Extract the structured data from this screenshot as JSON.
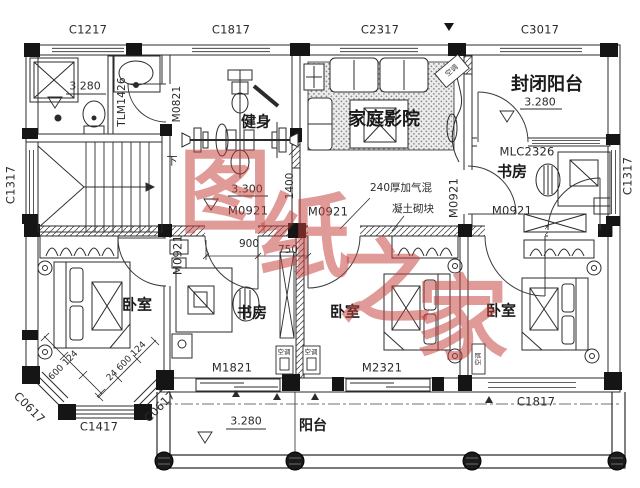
{
  "windows": {
    "top": [
      "C1217",
      "C1817",
      "C2317",
      "C3017"
    ],
    "left": "C1317",
    "right": "C1317",
    "bottom": "C1817",
    "bay_left": "C0617",
    "bay_front": "C1417",
    "bay_right": "C0617"
  },
  "doors": {
    "bath_slide": "TLM1426",
    "bath": "M0821",
    "hall_study": "M0921",
    "hall_bedroom": "M0921",
    "study_top": "M0921",
    "theater_side": "M0921",
    "bedroom_left": "M0921",
    "balcony_top": "MLC2326",
    "balcony_left": "M1821",
    "balcony_right": "M2321"
  },
  "rooms": {
    "fitness": "健身",
    "home_theater": "家庭影院",
    "enclosed_balcony": "封闭阳台",
    "study_top": "书房",
    "study_bottom": "书房",
    "bedroom_left": "卧室",
    "bedroom_middle": "卧室",
    "bedroom_right": "卧室",
    "balcony": "阳台"
  },
  "levels": {
    "bathroom": "3.280",
    "fitness": "3.300",
    "enclosed_balcony": "3.280",
    "balcony": "3.280"
  },
  "dimensions": {
    "hall_opening_left": "900",
    "hall_opening_right": "750",
    "hall_width": "1400",
    "bay_chain_left": "600 124",
    "bay_chain_right": "24 600 124"
  },
  "annotations": {
    "wall_note_line1": "240厚加气混",
    "wall_note_line2": "凝土砌块",
    "stair_direction": "下",
    "ac_unit": "空调"
  },
  "watermark": {
    "characters": [
      "图",
      "纸",
      "之",
      "家"
    ],
    "color": "#c4403c"
  }
}
